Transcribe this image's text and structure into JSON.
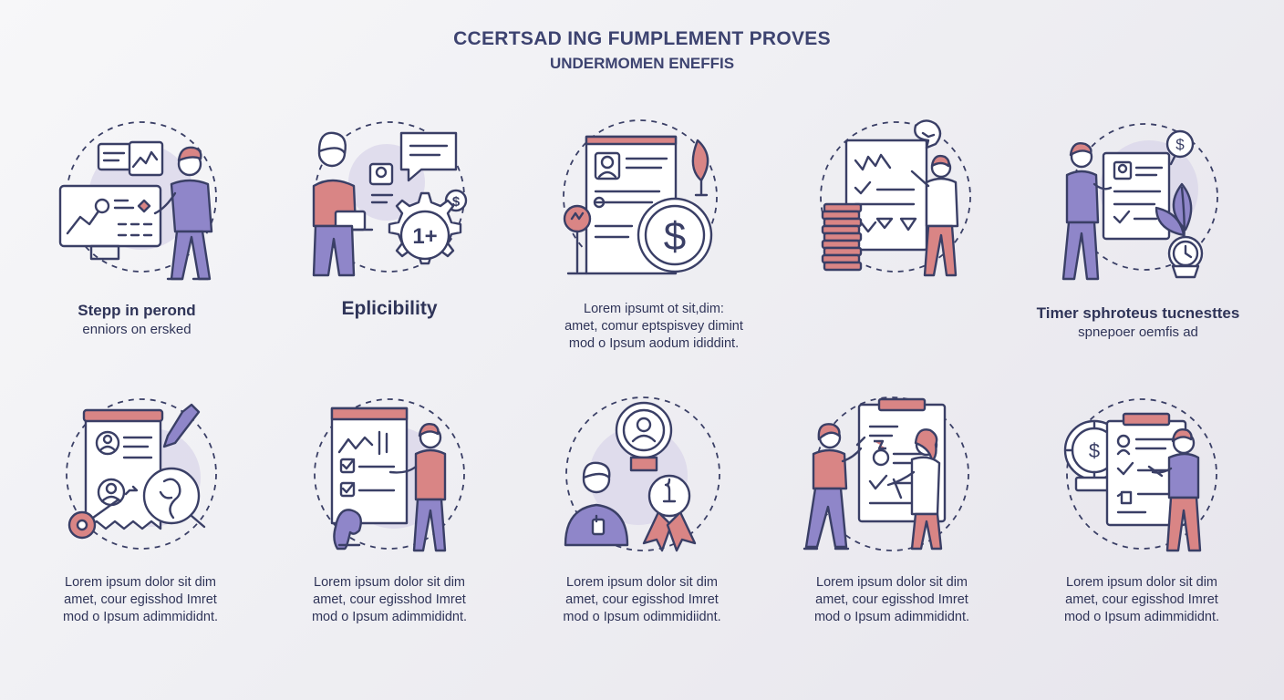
{
  "header": {
    "title": "CCERTSAD ING FUMPLEMENT PROVES",
    "subtitle": "UNDERMOMEN ENEFFIS"
  },
  "colors": {
    "accent_purple": "#8f86c9",
    "accent_coral": "#d98585",
    "outline": "#3a3f66",
    "text": "#2f3458"
  },
  "items": [
    {
      "icon": "presenter-dashboard-icon",
      "caption_title": "Stepp in perond",
      "caption_sub": "enniors on ersked"
    },
    {
      "icon": "person-gear-icon",
      "caption_title": "Eplicibility"
    },
    {
      "icon": "document-dollar-icon",
      "caption_lines": [
        "Lorem ipsumt ot sit,dim:",
        "amet, comur eptspisvey dimint",
        "mod o Ipsum aodum ididdint."
      ]
    },
    {
      "icon": "presenter-coins-icon"
    },
    {
      "icon": "person-document-plant-icon",
      "caption_title": "Timer sphroteus tucnesttes",
      "caption_sub": "spnepoer oemfis ad"
    },
    {
      "icon": "profile-document-search-icon",
      "caption_lines": [
        "Lorem ipsum dolor sit dim",
        "amet, cour egisshod  Imret",
        "mod o Ipsum adimmididnt."
      ]
    },
    {
      "icon": "checklist-presenter-icon",
      "caption_lines": [
        "Lorem ipsum dolor sit dim",
        "amet, cour egisshod  Imret",
        "mod o Ipsum adimmididnt."
      ]
    },
    {
      "icon": "person-award-icon",
      "caption_lines": [
        "Lorem ipsum dolor sit dim",
        "amet, cour egisshod  Imret",
        "mod o Ipsum odimmidiidnt."
      ]
    },
    {
      "icon": "team-clipboard-icon",
      "caption_lines": [
        "Lorem ipsum dolor sit dim",
        "amet, cour egisshod  Imret",
        "mod o Ipsum adimmididnt."
      ]
    },
    {
      "icon": "clipboard-dollar-icon",
      "caption_lines": [
        "Lorem ipsum dolor sit dim",
        "amet, cour egisshod  Imret",
        "mod o Ipsum adimmididnt."
      ]
    }
  ]
}
